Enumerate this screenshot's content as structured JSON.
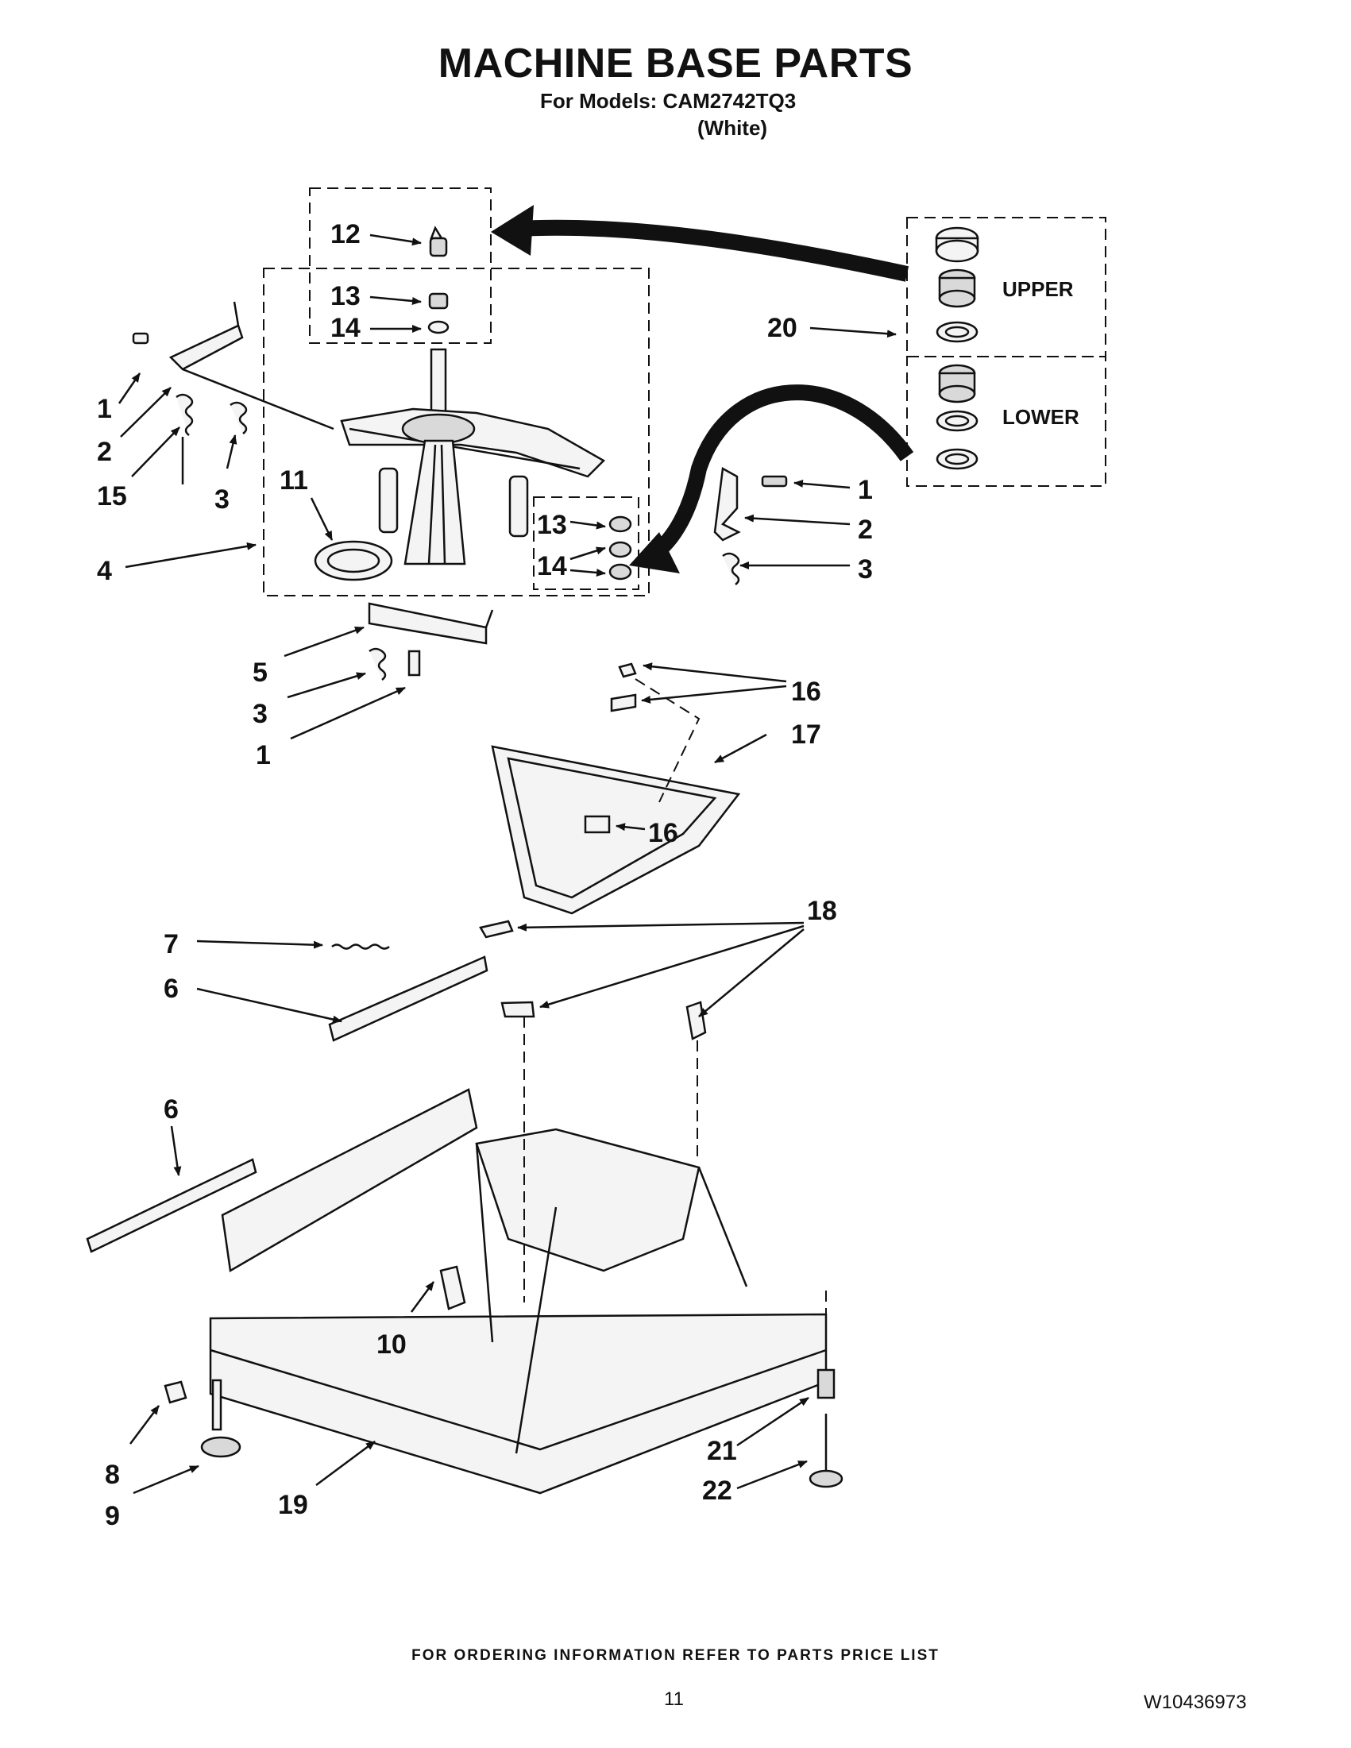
{
  "header": {
    "title": "MACHINE BASE PARTS",
    "subtitle": "For Models: CAM2742TQ3",
    "variant": "(White)"
  },
  "diagram": {
    "callouts": [
      "1",
      "2",
      "15",
      "3",
      "4",
      "11",
      "12",
      "13",
      "14",
      "13",
      "14",
      "20",
      "1",
      "2",
      "3",
      "5",
      "3",
      "1",
      "16",
      "17",
      "16",
      "18",
      "7",
      "6",
      "6",
      "10",
      "8",
      "9",
      "19",
      "21",
      "22"
    ],
    "kit_labels": {
      "upper": "UPPER",
      "lower": "LOWER"
    }
  },
  "footer": {
    "ordering_note": "FOR ORDERING INFORMATION REFER TO PARTS PRICE LIST",
    "page_number": "11",
    "doc_number": "W10436973"
  }
}
